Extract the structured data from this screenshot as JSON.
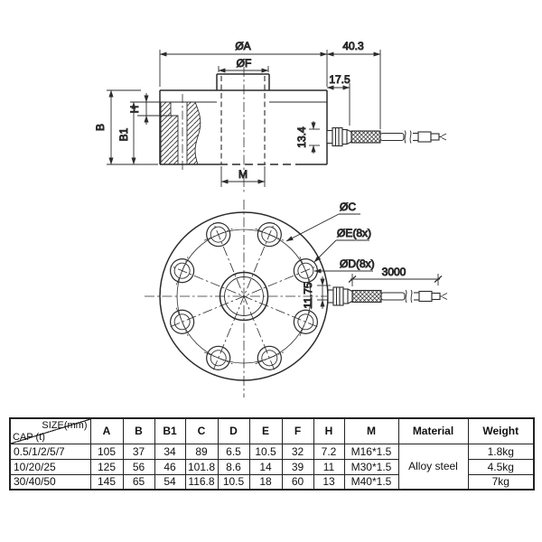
{
  "colors": {
    "line": "#2b2b2b",
    "background": "#ffffff"
  },
  "drawing": {
    "side_view": {
      "dia_a": "ØA",
      "dia_f": "ØF",
      "len_403": "40.3",
      "len_175": "17.5",
      "height_b": "B",
      "height_b1": "B1",
      "height_h": "H",
      "thread_m": "M",
      "dia_134": "13.4"
    },
    "top_view": {
      "dia_c": "ØC",
      "dia_e": "ØE(8x)",
      "dia_d": "ØD(8x)",
      "dia_1175": "11.75",
      "cable_len": "3000"
    }
  },
  "table": {
    "header": {
      "size_label": "SIZE(mm)",
      "cap_label": "CAP (t)",
      "columns": [
        "A",
        "B",
        "B1",
        "C",
        "D",
        "E",
        "F",
        "H",
        "M",
        "Material",
        "Weight"
      ]
    },
    "rows": [
      {
        "cap": "0.5/1/2/5/7",
        "a": "105",
        "b": "37",
        "b1": "34",
        "c": "89",
        "d": "6.5",
        "e": "10.5",
        "f": "32",
        "h": "7.2",
        "m": "M16*1.5",
        "weight": "1.8kg"
      },
      {
        "cap": "10/20/25",
        "a": "125",
        "b": "56",
        "b1": "46",
        "c": "101.8",
        "d": "8.6",
        "e": "14",
        "f": "39",
        "h": "11",
        "m": "M30*1.5",
        "weight": "4.5kg"
      },
      {
        "cap": "30/40/50",
        "a": "145",
        "b": "65",
        "b1": "54",
        "c": "116.8",
        "d": "10.5",
        "e": "18",
        "f": "60",
        "h": "13",
        "m": "M40*1.5",
        "weight": "7kg"
      }
    ],
    "material": "Alloy steel"
  }
}
